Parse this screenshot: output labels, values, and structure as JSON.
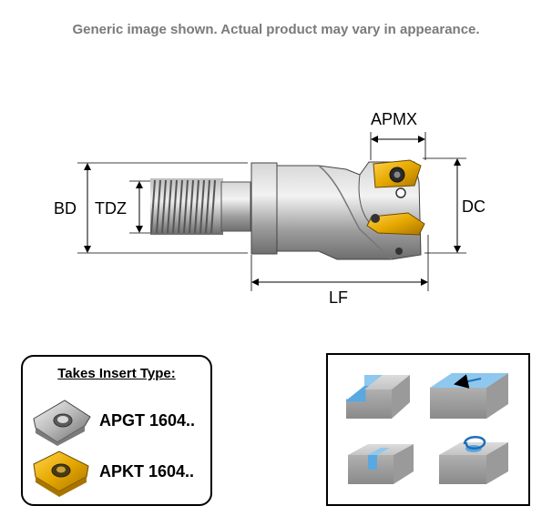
{
  "disclaimer": "Generic image shown. Actual product may vary in appearance.",
  "dimensions": {
    "apmx": "APMX",
    "bd": "BD",
    "tdz": "TDZ",
    "dc": "DC",
    "lf": "LF"
  },
  "inserts": {
    "title": "Takes Insert Type:",
    "items": [
      {
        "code": "APGT 1604..",
        "finish": "silver"
      },
      {
        "code": "APKT 1604..",
        "finish": "gold"
      }
    ]
  },
  "operations": [
    "shoulder-milling",
    "face-milling",
    "slotting",
    "helical-interpolation"
  ],
  "colors": {
    "body": "#a9a9a9",
    "insert_gold": "#e6a800",
    "operation_blue": "#5aa8e0"
  }
}
